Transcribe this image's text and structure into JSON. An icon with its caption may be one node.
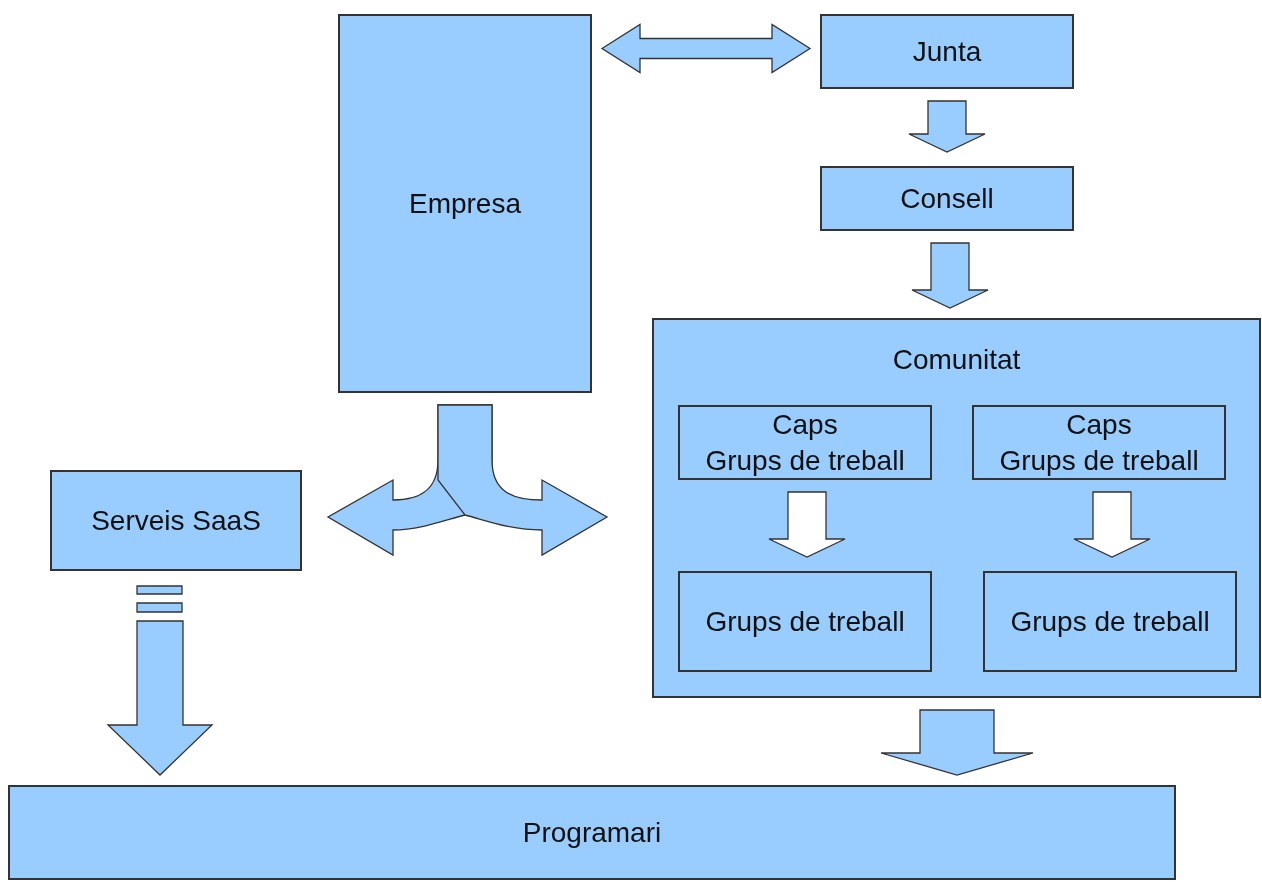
{
  "diagram": {
    "nodes": [
      {
        "text": [
          "Empresa"
        ]
      },
      {
        "text": [
          "Junta"
        ]
      },
      {
        "text": [
          "Consell"
        ]
      },
      {
        "text": [
          "Comunitat"
        ]
      },
      {
        "text": [
          "Caps",
          "Grups de treball"
        ],
        "in": 3
      },
      {
        "text": [
          "Caps",
          "Grups de treball"
        ],
        "in": 3
      },
      {
        "text": [
          "Grups de treball"
        ],
        "in": 3
      },
      {
        "text": [
          "Grups de treball"
        ],
        "in": 3
      },
      {
        "text": [
          "Serveis SaaS"
        ]
      },
      {
        "text": [
          "Programari"
        ]
      }
    ],
    "edges": [
      {
        "from": 0,
        "to": 1,
        "arrow": "both"
      },
      {
        "from": 1,
        "to": 2,
        "arrow": "to"
      },
      {
        "from": 2,
        "to": 3,
        "arrow": "to"
      },
      {
        "from": 0,
        "to": 8,
        "arrow": "to"
      },
      {
        "from": 0,
        "to": 3,
        "arrow": "to"
      },
      {
        "from": 4,
        "to": 6,
        "arrow": "to",
        "color": "#ffffff"
      },
      {
        "from": 5,
        "to": 7,
        "arrow": "to",
        "color": "#ffffff"
      },
      {
        "from": 3,
        "to": 9,
        "arrow": "to"
      },
      {
        "from": 8,
        "to": 9,
        "arrow": "to"
      }
    ]
  }
}
